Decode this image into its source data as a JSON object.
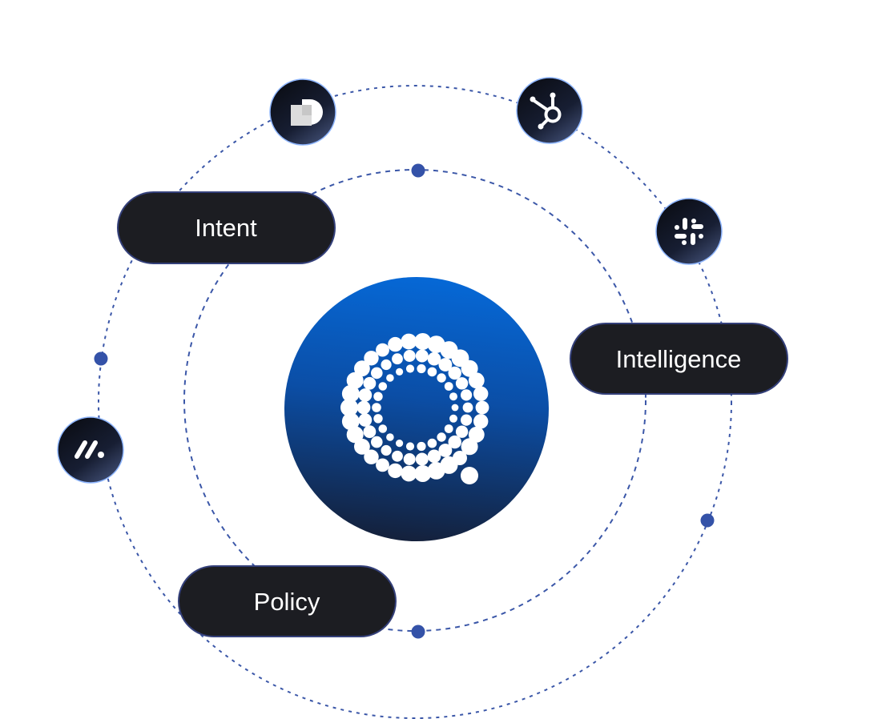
{
  "diagram": {
    "pills": {
      "intent": "Intent",
      "intelligence": "Intelligence",
      "policy": "Policy"
    },
    "center_logo": {
      "icon": "dotted-q-logo-icon"
    },
    "integrations": [
      {
        "name": "d-logo-icon"
      },
      {
        "name": "hubspot-icon"
      },
      {
        "name": "slack-icon"
      },
      {
        "name": "monday-icon"
      }
    ],
    "colors": {
      "ring": "#3b57a8",
      "pill": "#1c1d22",
      "pill_border": "#34407a",
      "node": "#3452a8",
      "center_top": "#0668d6",
      "center_bottom": "#13213d"
    }
  }
}
